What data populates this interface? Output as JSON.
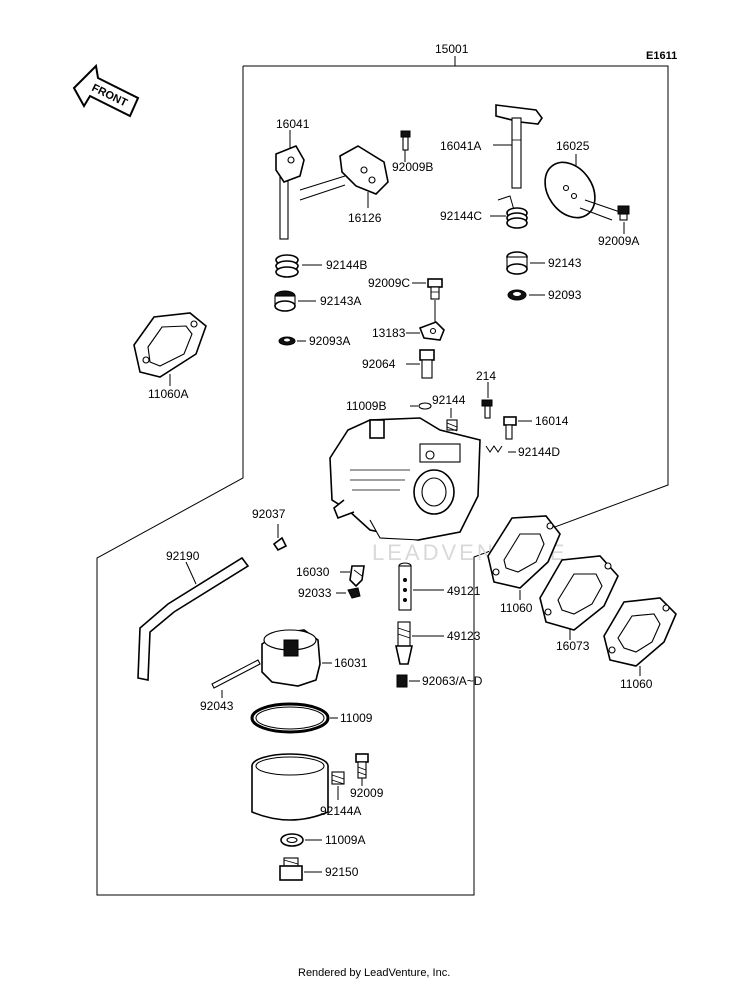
{
  "diagram": {
    "figure_code": "E1611",
    "assembly_number": "15001",
    "front_label": "FRONT",
    "watermark": "LEADVENTURE",
    "footer": "Rendered by LeadVenture, Inc.",
    "parts": [
      {
        "id": "p16041",
        "label": "16041"
      },
      {
        "id": "p92009B",
        "label": "92009B"
      },
      {
        "id": "p16126",
        "label": "16126"
      },
      {
        "id": "p16041A",
        "label": "16041A"
      },
      {
        "id": "p16025",
        "label": "16025"
      },
      {
        "id": "p92144C",
        "label": "92144C"
      },
      {
        "id": "p92009A",
        "label": "92009A"
      },
      {
        "id": "p92144B",
        "label": "92144B"
      },
      {
        "id": "p92143",
        "label": "92143"
      },
      {
        "id": "p92009C",
        "label": "92009C"
      },
      {
        "id": "p92143A",
        "label": "92143A"
      },
      {
        "id": "p92093",
        "label": "92093"
      },
      {
        "id": "p13183",
        "label": "13183"
      },
      {
        "id": "p92093A",
        "label": "92093A"
      },
      {
        "id": "p11060A",
        "label": "11060A"
      },
      {
        "id": "p92064",
        "label": "92064"
      },
      {
        "id": "p214",
        "label": "214"
      },
      {
        "id": "p11009B",
        "label": "11009B"
      },
      {
        "id": "p92144",
        "label": "92144"
      },
      {
        "id": "p16014",
        "label": "16014"
      },
      {
        "id": "p92144D",
        "label": "92144D"
      },
      {
        "id": "p92037",
        "label": "92037"
      },
      {
        "id": "p92190",
        "label": "92190"
      },
      {
        "id": "p16030",
        "label": "16030"
      },
      {
        "id": "p92033",
        "label": "92033"
      },
      {
        "id": "p49121",
        "label": "49121"
      },
      {
        "id": "p11060",
        "label": "11060"
      },
      {
        "id": "p16073",
        "label": "16073"
      },
      {
        "id": "p11060b",
        "label": "11060"
      },
      {
        "id": "p49123",
        "label": "49123"
      },
      {
        "id": "p16031",
        "label": "16031"
      },
      {
        "id": "p92063",
        "label": "92063/A~D"
      },
      {
        "id": "p92043",
        "label": "92043"
      },
      {
        "id": "p11009",
        "label": "11009"
      },
      {
        "id": "p92009",
        "label": "92009"
      },
      {
        "id": "p92144A",
        "label": "92144A"
      },
      {
        "id": "p11009A",
        "label": "11009A"
      },
      {
        "id": "p92150",
        "label": "92150"
      }
    ]
  }
}
